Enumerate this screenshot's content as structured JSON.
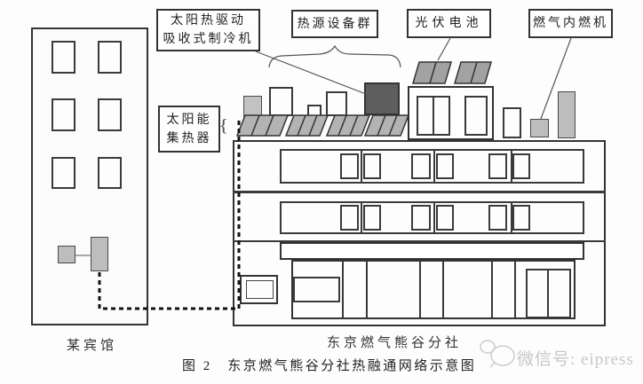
{
  "figure": {
    "caption": "图 2　东京燃气熊谷分社热融通网络示意图"
  },
  "callouts": {
    "absorption_chiller": {
      "line1": "太阳热驱动",
      "line2": "吸收式制冷机"
    },
    "heat_source_group": {
      "label": "热源设备群"
    },
    "pv_battery": {
      "label": "光伏电池"
    },
    "gas_engine": {
      "label": "燃气内燃机"
    },
    "solar_collector": {
      "line1": "太阳能",
      "line2": "集热器",
      "brace": "{"
    }
  },
  "buildings": {
    "hotel": {
      "label": "某宾馆"
    },
    "main": {
      "label": "东京燃气熊谷分社"
    }
  },
  "watermark": {
    "text": "微信号: eipress"
  },
  "colors": {
    "line": "#333333",
    "collector_fill": "#b3b3b3",
    "pv_fill": "#a2a2a2",
    "dark_equipment": "#5e5e5e",
    "gray_equipment": "#bdbdbd",
    "pipe": "#111111",
    "watermark": "#c7c7c7"
  }
}
